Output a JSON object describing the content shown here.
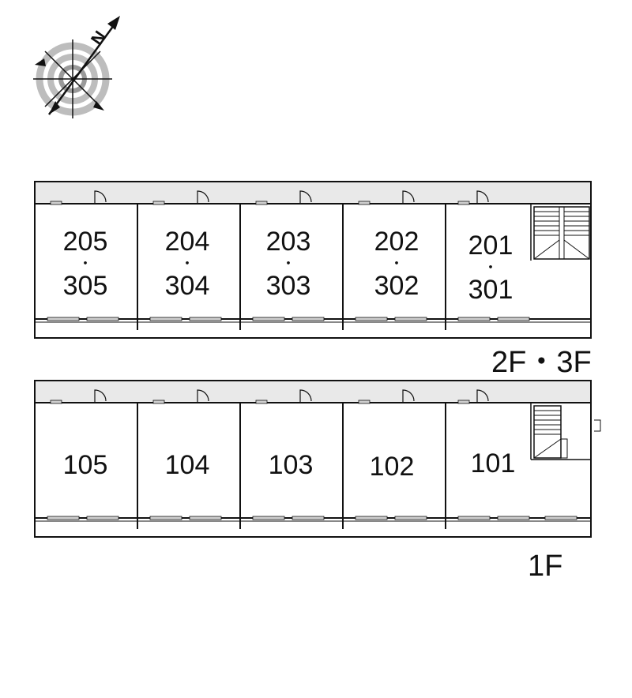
{
  "compass": {
    "north_label": "N"
  },
  "upper_plan": {
    "floor_label": "2F・3F",
    "units": [
      {
        "top": "205",
        "bottom": "305"
      },
      {
        "top": "204",
        "bottom": "304"
      },
      {
        "top": "203",
        "bottom": "303"
      },
      {
        "top": "202",
        "bottom": "302"
      },
      {
        "top": "201",
        "bottom": "301"
      }
    ],
    "separator": "・"
  },
  "lower_plan": {
    "floor_label": "1F",
    "units": [
      "105",
      "104",
      "103",
      "102",
      "101"
    ]
  },
  "colors": {
    "corridor": "#e9e9e9",
    "line": "#111111"
  }
}
